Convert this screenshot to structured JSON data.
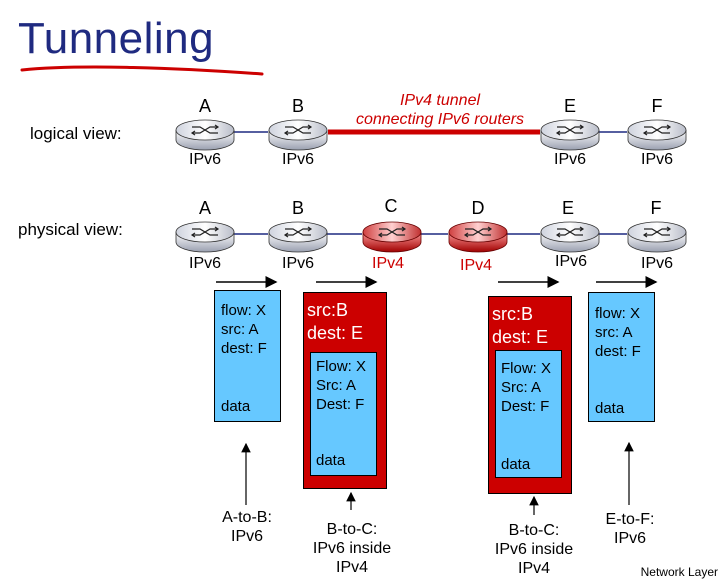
{
  "title": "Tunneling",
  "logical": {
    "label": "logical view:",
    "routers": [
      {
        "name": "A",
        "proto": "IPv6"
      },
      {
        "name": "B",
        "proto": "IPv6"
      },
      {
        "name": "E",
        "proto": "IPv6"
      },
      {
        "name": "F",
        "proto": "IPv6"
      }
    ],
    "tunnel_line1": "IPv4 tunnel",
    "tunnel_line2": "connecting IPv6 routers"
  },
  "physical": {
    "label": "physical view:",
    "routers": [
      {
        "name": "A",
        "proto": "IPv6"
      },
      {
        "name": "B",
        "proto": "IPv6"
      },
      {
        "name": "C",
        "proto": "IPv4"
      },
      {
        "name": "D",
        "proto": "IPv4"
      },
      {
        "name": "E",
        "proto": "IPv6"
      },
      {
        "name": "F",
        "proto": "IPv6"
      }
    ]
  },
  "packets": {
    "p1": {
      "flow": "flow: X",
      "src": "src: A",
      "dest": "dest: F",
      "data": "data"
    },
    "p2": {
      "hdr_src": "src:B",
      "hdr_dest": "dest: E",
      "flow": "Flow: X",
      "src": "Src: A",
      "dest": "Dest: F",
      "data": "data"
    },
    "p3": {
      "hdr_src": "src:B",
      "hdr_dest": "dest: E",
      "flow": "Flow: X",
      "src": "Src: A",
      "dest": "Dest: F",
      "data": "data"
    },
    "p4": {
      "flow": "flow: X",
      "src": "src: A",
      "dest": "dest: F",
      "data": "data"
    }
  },
  "captions": {
    "c1_l1": "A-to-B:",
    "c1_l2": "IPv6",
    "c2_l1": "B-to-C:",
    "c2_l2": "IPv6 inside",
    "c2_l3": "IPv4",
    "c3_l1": "B-to-C:",
    "c3_l2": "IPv6 inside",
    "c3_l3": "IPv4",
    "c4_l1": "E-to-F:",
    "c4_l2": "IPv6"
  },
  "footer": "Network Layer",
  "colors": {
    "title": "#1f2a80",
    "tunnel": "#cc0000",
    "ipv4_router": "#cc0000",
    "packet_blue": "#66c8ff"
  }
}
